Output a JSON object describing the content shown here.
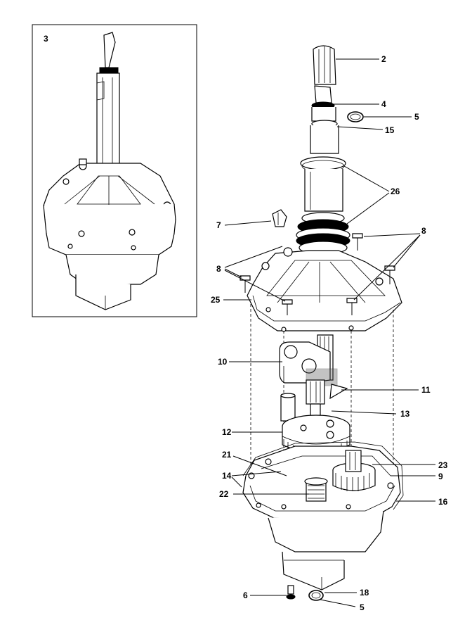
{
  "diagram": {
    "inset_label": "3",
    "callouts": [
      {
        "id": "2",
        "text": "2"
      },
      {
        "id": "4",
        "text": "4"
      },
      {
        "id": "5a",
        "text": "5"
      },
      {
        "id": "15",
        "text": "15"
      },
      {
        "id": "26",
        "text": "26"
      },
      {
        "id": "7",
        "text": "7"
      },
      {
        "id": "8a",
        "text": "8"
      },
      {
        "id": "8b",
        "text": "8"
      },
      {
        "id": "25",
        "text": "25"
      },
      {
        "id": "10",
        "text": "10"
      },
      {
        "id": "11",
        "text": "11"
      },
      {
        "id": "13",
        "text": "13"
      },
      {
        "id": "12",
        "text": "12"
      },
      {
        "id": "21",
        "text": "21"
      },
      {
        "id": "14",
        "text": "14"
      },
      {
        "id": "23",
        "text": "23"
      },
      {
        "id": "9",
        "text": "9"
      },
      {
        "id": "22",
        "text": "22"
      },
      {
        "id": "16",
        "text": "16"
      },
      {
        "id": "6",
        "text": "6"
      },
      {
        "id": "18",
        "text": "18"
      },
      {
        "id": "5b",
        "text": "5"
      }
    ]
  }
}
